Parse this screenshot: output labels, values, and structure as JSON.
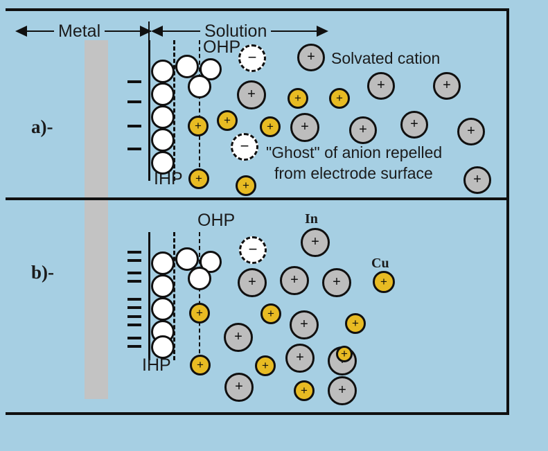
{
  "figure": {
    "title": "Electrical double layer at a metal/solution interface",
    "background_color": "#a6cfe3",
    "metal_color": "#c3c3c3",
    "line_color": "#101010",
    "solvated_cation_color": "#bdbdbd",
    "bare_cation_color": "#e8bb23",
    "water_color": "#ffffff"
  },
  "header": {
    "metal_label": "Metal",
    "solution_label": "Solution"
  },
  "panels": [
    {
      "id": "a",
      "label": "a)-",
      "ihp_label": "IHP",
      "ohp_label": "OHP",
      "annotations": [
        {
          "id": "solvated-cation",
          "text": "Solvated cation"
        },
        {
          "id": "ghost-anion",
          "line1": "\"Ghost\" of anion repelled",
          "line2": "from electrode surface"
        }
      ],
      "negative_charge_marks": 4,
      "negative_charge_symbol": "−"
    },
    {
      "id": "b",
      "label": "b)-",
      "ihp_label": "IHP",
      "ohp_label": "OHP",
      "ion_labels": [
        {
          "id": "indium",
          "text": "In"
        },
        {
          "id": "copper",
          "text": "Cu"
        }
      ],
      "negative_charge_marks": 10,
      "negative_charge_symbol": "−"
    }
  ],
  "symbols": {
    "plus": "+",
    "minus": "−"
  }
}
